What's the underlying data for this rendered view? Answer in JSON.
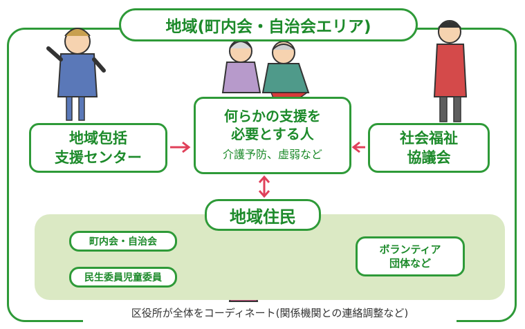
{
  "title": "地域(町内会・自治会エリア)",
  "left_box": {
    "line1": "地域包括",
    "line2": "支援センター"
  },
  "right_box": {
    "line1": "社会福祉",
    "line2": "協議会"
  },
  "center_box": {
    "line1": "何らかの支援を",
    "line2": "必要とする人",
    "sub": "介護予防、虚弱など"
  },
  "residents": {
    "title": "地域住民",
    "groups": [
      "町内会・自治会",
      "民生委員児童委員"
    ],
    "volunteer": {
      "line1": "ボランティア",
      "line2": "団体など"
    }
  },
  "footer": "区役所が全体をコーディネート(関係機関との連絡調整など)",
  "colors": {
    "accent": "#2e9a38",
    "text": "#1c8a2a",
    "arrow": "#e0405a",
    "area": "#dbe9c4"
  }
}
